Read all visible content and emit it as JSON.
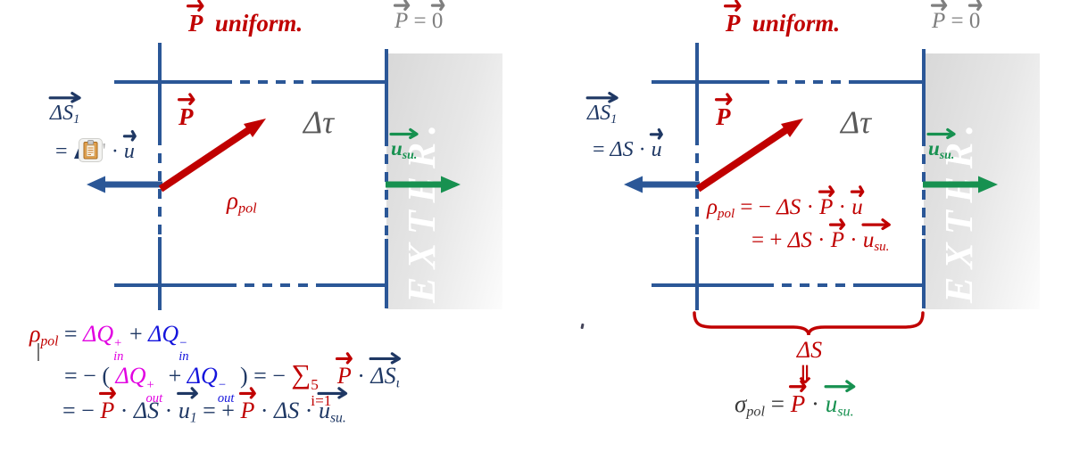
{
  "colors": {
    "dr": "#C00000",
    "nv": "#1F3864",
    "mg": "#E100E1",
    "bl": "#1414DC",
    "gr": "#179150",
    "gy": "#7F7F7F",
    "dg": "#595959",
    "sg": "#3A3A3A",
    "lb": "#2B5797"
  },
  "diagrams": {
    "left": {
      "exter": "EXTER.",
      "title": [
        {
          "x": "P",
          "it": true,
          "bd": true,
          "v": true,
          "c": "dr"
        },
        {
          "x": "  uniform.",
          "it": true,
          "bd": true,
          "c": "dr"
        }
      ],
      "p_zero": [
        {
          "x": "P",
          "it": true,
          "v": true,
          "c": "gy"
        },
        {
          "x": " = ",
          "c": "gy"
        },
        {
          "x": "0",
          "v": true,
          "c": "gy"
        }
      ],
      "ds1": [
        {
          "x": "ΔS",
          "it": true,
          "v": true,
          "sub": "1",
          "c": "nv"
        }
      ],
      "ds1_def": [
        {
          "x": "= ",
          "c": "nv"
        },
        {
          "ic": "clipboard"
        },
        {
          "x": "' ",
          "c": "#B0B0B0"
        },
        {
          "x": "· ",
          "c": "nv"
        },
        {
          "x": "u",
          "it": true,
          "v": true,
          "c": "nv"
        }
      ],
      "p_vec": [
        {
          "x": "P",
          "it": true,
          "bd": true,
          "v": true,
          "c": "dr"
        }
      ],
      "delta_tau": [
        {
          "x": "Δτ",
          "it": true,
          "c": "dg"
        }
      ],
      "rho_pol": [
        {
          "x": "ρ",
          "it": true,
          "sub": "pol",
          "c": "dr"
        }
      ],
      "u_su": [
        {
          "x": "u",
          "it": true,
          "bd": true,
          "v": true,
          "sub": "su.",
          "c": "gr"
        }
      ],
      "eq1": [
        {
          "x": "ρ",
          "it": true,
          "sub": "pol",
          "c": "dr"
        },
        {
          "x": " = ",
          "c": "nv"
        },
        {
          "x": "ΔQ",
          "it": true,
          "sup": "+",
          "sub": "in",
          "c": "mg"
        },
        {
          "x": " + ",
          "c": "nv"
        },
        {
          "x": "ΔQ",
          "it": true,
          "sup": "−",
          "sub": "in",
          "c": "bl"
        }
      ],
      "eq2": [
        {
          "x": "= − ( ",
          "c": "nv"
        },
        {
          "x": "ΔQ",
          "it": true,
          "sup": "+",
          "sub": "out",
          "c": "mg"
        },
        {
          "x": " + ",
          "c": "nv"
        },
        {
          "x": "ΔQ",
          "it": true,
          "sup": "−",
          "sub": "out",
          "c": "bl"
        },
        {
          "x": " ) = − ",
          "c": "nv"
        },
        {
          "x": "∑",
          "big": true,
          "sup": "5",
          "sub": "i=1",
          "c": "dr"
        },
        {
          "x": " ",
          "c": "nv"
        },
        {
          "x": "P",
          "it": true,
          "v": true,
          "c": "dr"
        },
        {
          "x": " · ",
          "c": "nv"
        },
        {
          "x": "ΔS",
          "it": true,
          "v": true,
          "sub": "ι",
          "c": "nv"
        }
      ],
      "eq3": [
        {
          "x": "= − ",
          "c": "nv"
        },
        {
          "x": "P",
          "it": true,
          "v": true,
          "c": "dr"
        },
        {
          "x": " · ",
          "c": "nv"
        },
        {
          "x": "ΔS",
          "it": true,
          "c": "nv"
        },
        {
          "x": " · ",
          "c": "nv"
        },
        {
          "x": "u",
          "it": true,
          "v": true,
          "sub": "1",
          "c": "nv"
        },
        {
          "x": " = + ",
          "c": "nv"
        },
        {
          "x": "P",
          "it": true,
          "v": true,
          "c": "dr"
        },
        {
          "x": " · ",
          "c": "nv"
        },
        {
          "x": "ΔS",
          "it": true,
          "c": "nv"
        },
        {
          "x": " · ",
          "c": "nv"
        },
        {
          "x": "u",
          "it": true,
          "v": true,
          "sub": "su.",
          "c": "nv"
        }
      ]
    },
    "right": {
      "exter": "EXTER.",
      "title": [
        {
          "x": "P",
          "it": true,
          "bd": true,
          "v": true,
          "c": "dr"
        },
        {
          "x": "  uniform.",
          "it": true,
          "bd": true,
          "c": "dr"
        }
      ],
      "p_zero": [
        {
          "x": "P",
          "it": true,
          "v": true,
          "c": "gy"
        },
        {
          "x": " = ",
          "c": "gy"
        },
        {
          "x": "0",
          "v": true,
          "c": "gy"
        }
      ],
      "ds1": [
        {
          "x": "ΔS",
          "it": true,
          "v": true,
          "sub": "1",
          "c": "nv"
        }
      ],
      "ds1_def": [
        {
          "x": "= ",
          "c": "nv"
        },
        {
          "x": "ΔS",
          "it": true,
          "c": "nv"
        },
        {
          "x": " · ",
          "c": "nv"
        },
        {
          "x": "u",
          "it": true,
          "v": true,
          "c": "nv"
        }
      ],
      "p_vec": [
        {
          "x": "P",
          "it": true,
          "bd": true,
          "v": true,
          "c": "dr"
        }
      ],
      "delta_tau": [
        {
          "x": "Δτ",
          "it": true,
          "c": "dg"
        }
      ],
      "u_su": [
        {
          "x": "u",
          "it": true,
          "bd": true,
          "v": true,
          "sub": "su.",
          "c": "gr"
        }
      ],
      "rho_line1": [
        {
          "x": "ρ",
          "it": true,
          "sub": "pol",
          "c": "dr"
        },
        {
          "x": " = − ",
          "c": "dr"
        },
        {
          "x": "ΔS",
          "it": true,
          "c": "dr"
        },
        {
          "x": " · ",
          "c": "dr"
        },
        {
          "x": "P",
          "it": true,
          "v": true,
          "c": "dr"
        },
        {
          "x": " · ",
          "c": "dr"
        },
        {
          "x": "u",
          "it": true,
          "v": true,
          "c": "dr"
        }
      ],
      "rho_line2": [
        {
          "x": "= + ",
          "c": "dr"
        },
        {
          "x": "ΔS",
          "it": true,
          "c": "dr"
        },
        {
          "x": " · ",
          "c": "dr"
        },
        {
          "x": "P",
          "it": true,
          "v": true,
          "c": "dr"
        },
        {
          "x": " · ",
          "c": "dr"
        },
        {
          "x": "u",
          "it": true,
          "v": true,
          "sub": "su.",
          "c": "dr"
        }
      ],
      "brace_label": [
        {
          "x": "ΔS",
          "it": true,
          "c": "dr"
        }
      ],
      "down_arrow": "⇓",
      "sigma": [
        {
          "x": "σ",
          "it": true,
          "sub": "pol",
          "c": "sg"
        },
        {
          "x": " = ",
          "c": "sg"
        },
        {
          "x": "P",
          "it": true,
          "v": true,
          "c": "dr"
        },
        {
          "x": " · ",
          "c": "sg"
        },
        {
          "x": "u",
          "it": true,
          "v": true,
          "sub": "su.",
          "c": "gr"
        }
      ]
    }
  }
}
